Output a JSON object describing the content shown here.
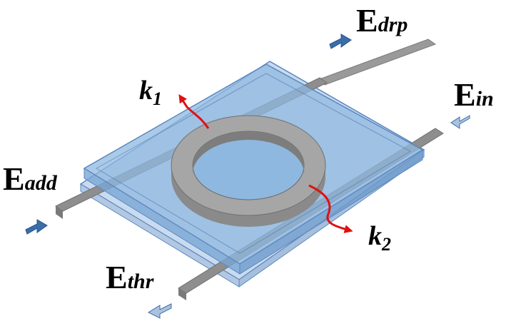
{
  "labels": {
    "e_drp": {
      "main": "E",
      "sub": "drp"
    },
    "e_in": {
      "main": "E",
      "sub": "in"
    },
    "e_add": {
      "main": "E",
      "sub": "add"
    },
    "e_thr": {
      "main": "E",
      "sub": "thr"
    },
    "k1": {
      "main": "k",
      "sub": "1"
    },
    "k2": {
      "main": "k",
      "sub": "2"
    }
  },
  "colors": {
    "slab": "#8fb8e0",
    "slab_edge": "#5b88bf",
    "waveguide": "#9a9a9a",
    "ring": "#a6a6a6",
    "coupling_arrow": "#e01010",
    "port_arrow": "#3b6da8"
  },
  "icons": [
    "port-arrow-icon",
    "coupling-arrow-icon"
  ]
}
